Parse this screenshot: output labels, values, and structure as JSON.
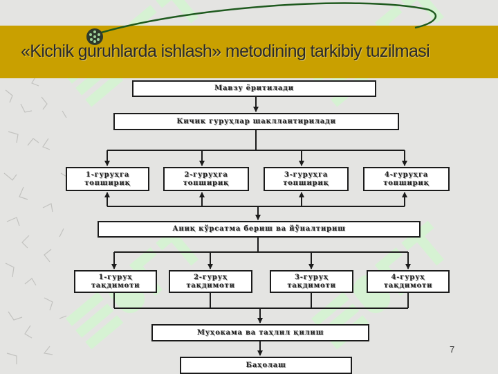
{
  "slide": {
    "title": "«Kichik guruhlarda ishlash» metodining tarkibiy tuzilmasi",
    "page_number": "7"
  },
  "diagram": {
    "topic": "Мавзу ёритилади",
    "form_groups": "Кичик гуруҳлар шакллантирилади",
    "tasks": [
      "1-гуруҳга\nтопшириқ",
      "2-гуруҳга\nтопшириқ",
      "3-гуруҳга\nтопшириқ",
      "4-гуруҳга\nтопшириқ"
    ],
    "guidance": "Аниқ кўрсатма бериш ва йўналтириш",
    "presentations": [
      "1-гуруҳ\nтақдимоти",
      "2-гуруҳ\nтақдимоти",
      "3-гуруҳ\nтақдимоти",
      "4-гуруҳ\nтақдимоти"
    ],
    "discussion": "Муҳокама ва таҳлил қилиш",
    "assessment": "Баҳолаш"
  },
  "colors": {
    "title_band": "#c9a000",
    "background": "#e4e4e2",
    "watermark": "#d4f5d0",
    "box_border": "#1b1b1b"
  }
}
